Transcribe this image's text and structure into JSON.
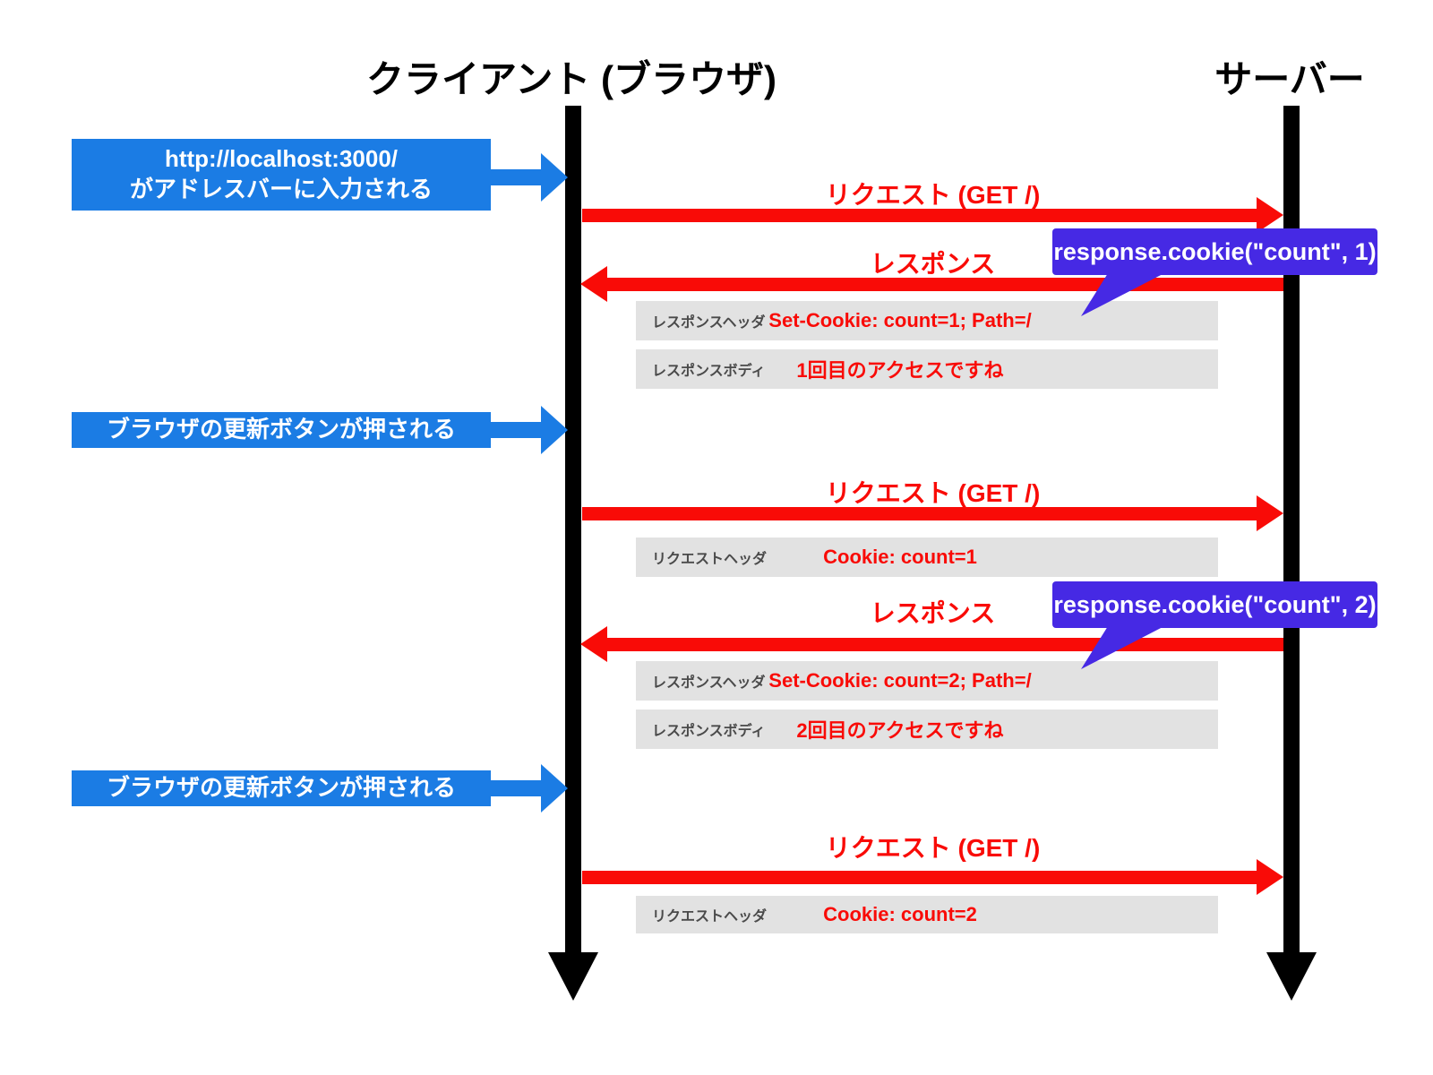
{
  "lifelines": {
    "client": "クライアント (ブラウザ)",
    "server": "サーバー"
  },
  "client_events": {
    "address_bar": {
      "line1": "http://localhost:3000/",
      "line2": "がアドレスバーに入力される"
    },
    "refresh1": "ブラウザの更新ボタンが押される",
    "refresh2": "ブラウザの更新ボタンが押される"
  },
  "messages": {
    "request1": "リクエスト (GET /)",
    "response1": "レスポンス",
    "request2": "リクエスト (GET /)",
    "response2": "レスポンス",
    "request3": "リクエスト (GET /)"
  },
  "callouts": {
    "cookie1": "response.cookie(\"count\", 1)",
    "cookie2": "response.cookie(\"count\", 2)"
  },
  "detail_boxes": {
    "resp1_header": {
      "label": "レスポンスヘッダ",
      "value": "Set-Cookie: count=1; Path=/"
    },
    "resp1_body": {
      "label": "レスポンスボディ",
      "value": "1回目のアクセスですね"
    },
    "req2_header": {
      "label": "リクエストヘッダ",
      "value": "Cookie: count=1"
    },
    "resp2_header": {
      "label": "レスポンスヘッダ",
      "value": "Set-Cookie: count=2; Path=/"
    },
    "resp2_body": {
      "label": "レスポンスボディ",
      "value": "2回目のアクセスですね"
    },
    "req3_header": {
      "label": "リクエストヘッダ",
      "value": "Cookie: count=2"
    }
  },
  "colors": {
    "event_blue": "#1b7ce4",
    "message_red": "#f90b07",
    "callout_purple": "#4629e4",
    "detail_gray": "#e2e2e2",
    "detail_label_gray": "#4a4a4a"
  }
}
